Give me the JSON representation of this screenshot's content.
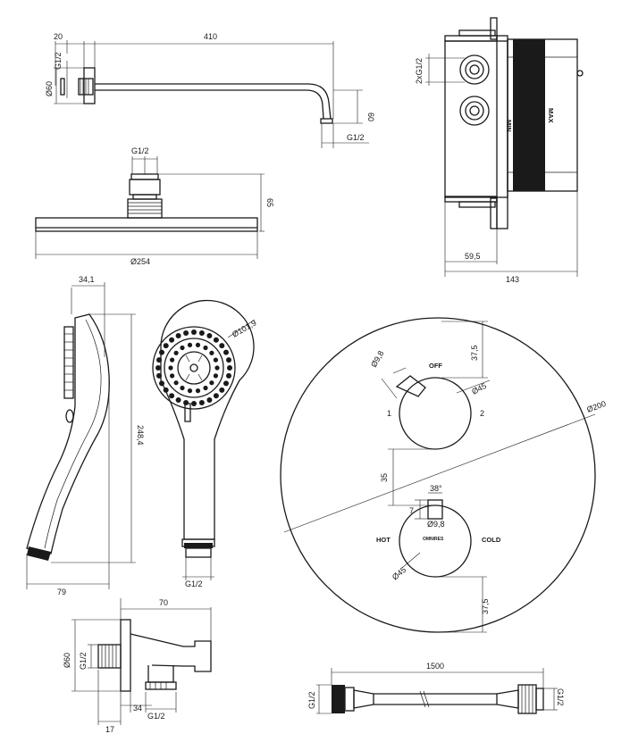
{
  "shower_arm": {
    "dim_wall_width": "20",
    "dim_length": "410",
    "dim_thread": "G1/2",
    "dim_diameter": "Ø60",
    "dim_drop": "60",
    "dim_outlet_thread": "G1/2"
  },
  "shower_head": {
    "dim_thread": "G1/2",
    "dim_height": "65",
    "dim_diameter": "Ø254"
  },
  "valve_body": {
    "dim_thread": "2xG1/2",
    "min_label": "MIN",
    "max_label": "MAX",
    "dim_depth": "59,5",
    "dim_total": "143"
  },
  "hand_shower": {
    "dim_width": "34,1",
    "dim_length": "248,4",
    "dim_side_width": "79",
    "dim_head_diameter": "Ø101,9",
    "dim_thread": "G1/2"
  },
  "trim_plate": {
    "dim_top": "37,5",
    "dim_knob_diameter_top": "Ø9,8",
    "label_off": "OFF",
    "dim_handle_top": "Ø45",
    "label_1": "1",
    "label_2": "2",
    "dim_plate": "Ø200",
    "dim_spacing": "35",
    "dim_angle": "38°",
    "dim_7": "7",
    "dim_knob_diameter_bottom": "Ø9,8",
    "label_hot": "HOT",
    "label_brand": "OMNIRES",
    "label_cold": "COLD",
    "dim_handle_bottom": "Ø45",
    "dim_bottom": "37,5"
  },
  "wall_outlet": {
    "dim_length": "70",
    "dim_diameter": "Ø60",
    "dim_thread_in": "G1/2",
    "dim_34": "34",
    "dim_thread_out": "G1/2",
    "dim_17": "17"
  },
  "hose": {
    "dim_length": "1500",
    "dim_thread_left": "G1/2",
    "dim_thread_right": "G1/2"
  }
}
